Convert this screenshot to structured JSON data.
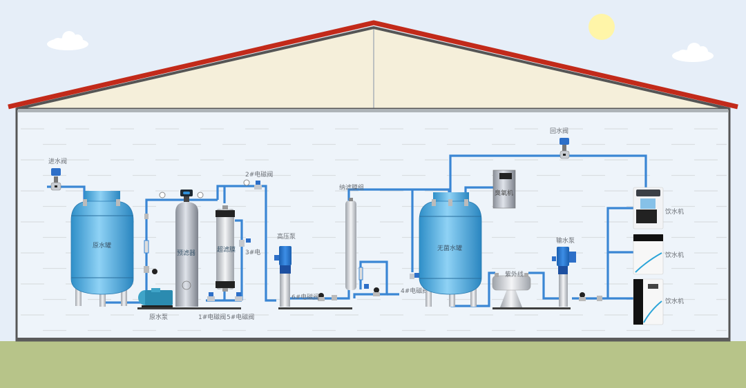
{
  "title": "纯净水处理工艺流程示意图",
  "colors": {
    "sky": "#e6eef8",
    "roof": "#c22a1a",
    "attic": "#f5efda",
    "wall": "#eef4fa",
    "ground": "#b7c489",
    "pipe": "#3a86d4",
    "tank": "#47a8de",
    "sun": "#fff5a8"
  },
  "labels": {
    "inlet_valve": "进水阀",
    "raw_tank": "原水罐",
    "raw_pump": "原水泵",
    "pre_filter": "预滤器",
    "ultra_filter": "超滤膜",
    "valve1": "1#电磁阀",
    "valve2": "2#电磁阀",
    "valve3": "3#电",
    "valve4": "4#电磁阀",
    "valve5": "5#电磁阀",
    "valve6": "6#电磁阀",
    "hp_pump": "高压泵",
    "nano_filter": "纳滤膜组",
    "sterile_tank": "无菌水罐",
    "ozone": "臭氧机",
    "uv": "紫外线",
    "delivery_pump": "输水泵",
    "return_valve": "回水阀",
    "dispensers": [
      "饮水机",
      "饮水机",
      "饮水机"
    ]
  }
}
